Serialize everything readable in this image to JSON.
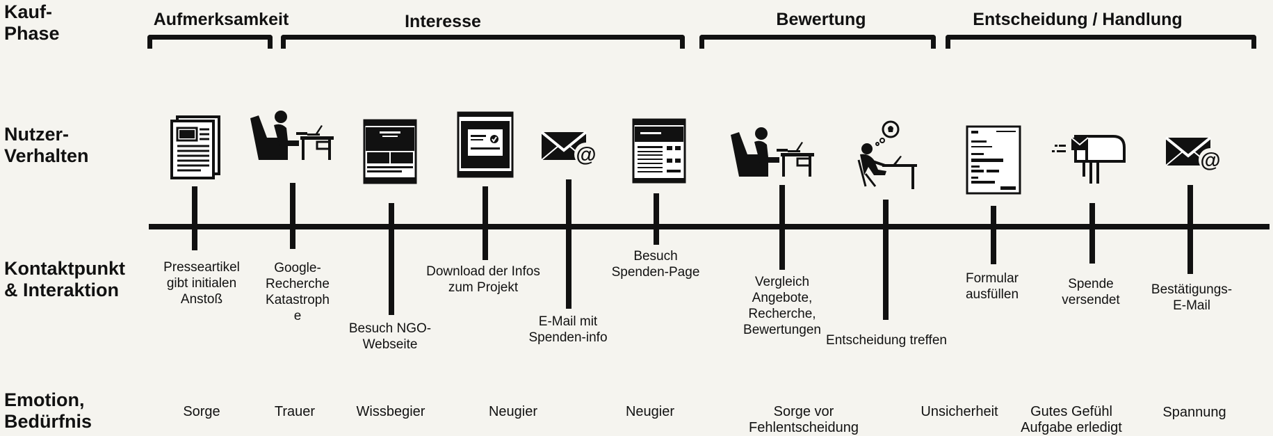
{
  "row_labels": {
    "kauf_phase": "Kauf-\nPhase",
    "nutzer_verhalten": "Nutzer-\nVerhalten",
    "kontaktpunkt": "Kontaktpunkt\n& Interaktion",
    "emotion": "Emotion,\nBedürfnis"
  },
  "phases": [
    {
      "title": "Aufmerksamkeit"
    },
    {
      "title": "Interesse"
    },
    {
      "title": "Bewertung"
    },
    {
      "title": "Entscheidung / Handlung"
    }
  ],
  "steps": [
    {
      "icon": "newspaper-icon",
      "touchpoint": "Presseartikel\ngibt initialen\nAnstoß"
    },
    {
      "icon": "person-armchair-laptop-icon",
      "touchpoint": "Google-\nRecherche\nKatastroph\ne"
    },
    {
      "icon": "website-icon",
      "touchpoint": "Besuch NGO-\nWebseite"
    },
    {
      "icon": "download-page-icon",
      "touchpoint": "Download der Infos\nzum Projekt"
    },
    {
      "icon": "email-icon",
      "touchpoint": "E-Mail mit\nSpenden-info"
    },
    {
      "icon": "donation-page-icon",
      "touchpoint": "Besuch\nSpenden-Page"
    },
    {
      "icon": "person-armchair-laptop-icon",
      "touchpoint": "Vergleich\nAngebote,\nRecherche,\nBewertungen"
    },
    {
      "icon": "person-thinking-desk-icon",
      "touchpoint": "Entscheidung treffen"
    },
    {
      "icon": "form-icon",
      "touchpoint": "Formular\nausfüllen"
    },
    {
      "icon": "mailbox-icon",
      "touchpoint": "Spende\nversendet"
    },
    {
      "icon": "email-icon",
      "touchpoint": "Bestätigungs-\nE-Mail"
    }
  ],
  "emotions": [
    {
      "label": "Sorge"
    },
    {
      "label": "Trauer"
    },
    {
      "label": "Wissbegier"
    },
    {
      "label": "Neugier"
    },
    {
      "label": "Neugier"
    },
    {
      "label": "Sorge vor\nFehlentscheidung"
    },
    {
      "label": "Unsicherheit"
    },
    {
      "label": "Gutes Gefühl\nAufgabe erledigt"
    },
    {
      "label": "Spannung"
    }
  ],
  "colors": {
    "background": "#f5f4ef",
    "ink": "#111111"
  }
}
